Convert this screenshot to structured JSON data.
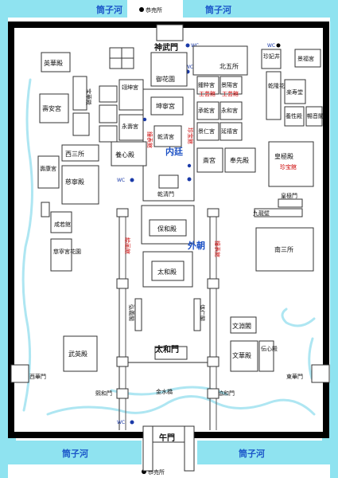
{
  "moat": {
    "labels": [
      "筒子河",
      "筒子河",
      "筒子河",
      "筒子河"
    ]
  },
  "outside": {
    "toilets": [
      "恭売所",
      "恭売所"
    ]
  },
  "gates": {
    "north": "神武門",
    "south": "午門",
    "west": "西華門",
    "east": "東華門",
    "inner_north": "乾清門",
    "taihe_gate": "太和門",
    "west_side_gate": "熙和門",
    "east_side_gate": "協和門"
  },
  "zones": {
    "inner": "内廷",
    "outer": "外朝"
  },
  "buildings": {
    "yinghua": "英華殿",
    "shouan": "壽安宮",
    "baohua": "宝華殿",
    "xianruo": "咸若館",
    "cining_garden": "慈寧宮花園",
    "shoukang": "壽康宮",
    "xisansuo": "西三所",
    "cining": "慈寧殿",
    "yihe": "翊坤宮",
    "yongshou": "永壽宮",
    "yangxin": "養心殿",
    "yuhuayuan": "御花園",
    "kunning": "坤寧宮",
    "qianqing": "乾清宮",
    "beiwusuo": "北五所",
    "zhongcui": "鍾粋宮",
    "jingyang": "景陽宮",
    "chengqian": "承乾宮",
    "yonghe": "永和宮",
    "jingren": "景仁宮",
    "yanxi": "延禧宮",
    "gongyi1": "工芸館",
    "gongyi2": "工芸館",
    "zhaigong": "斎宮",
    "fengxian": "奉先殿",
    "zhenfei": "珍妃井",
    "shoufu": "景福宮",
    "qianlong": "乾隆花園",
    "leshou": "楽寿堂",
    "yangxing": "養性殿",
    "changyin": "暢音閣",
    "huangji": "皇極殿",
    "zhenbao": "珍宝館",
    "huangji_gate": "皇極門",
    "jiulong": "九龍壁",
    "nansan": "南三所",
    "baohe": "保和殿",
    "taihe": "太和殿",
    "huihua": "絵画館",
    "qinyi": "鐘表館",
    "hongyi": "弘義閣",
    "tiren": "体仁閣",
    "wuying": "武英殿",
    "wenyuan": "文淵閣",
    "wenhua": "文華殿",
    "chuanxin": "伝心殿",
    "clock_red": "鐘表館",
    "treasure_red": "珍宝館",
    "jinshui": "金水橋"
  },
  "toilet_label": "WC"
}
